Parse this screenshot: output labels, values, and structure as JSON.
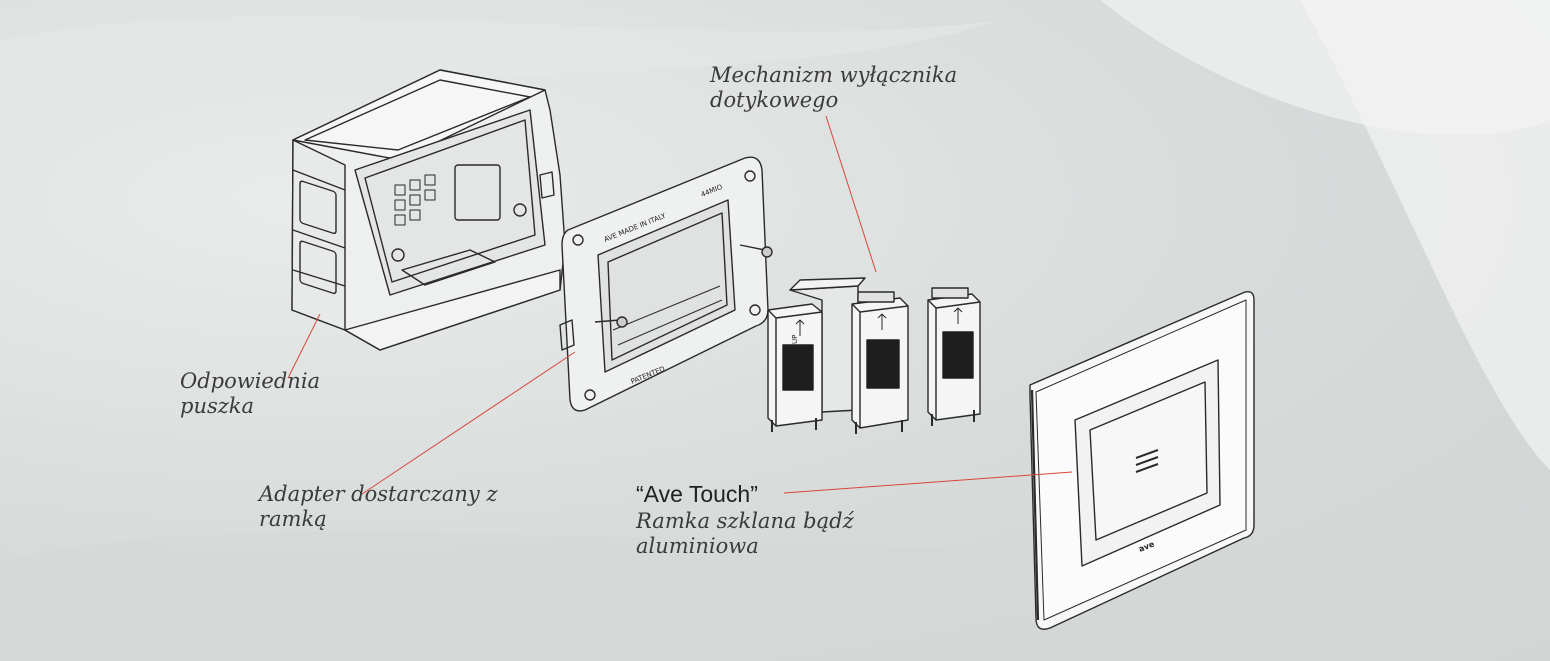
{
  "labels": {
    "box": {
      "line1": "Odpowiednia",
      "line2": "puszka"
    },
    "adapter": {
      "line1": "Adapter dostarczany z",
      "line2": "ramką"
    },
    "mechanism": {
      "line1": "Mechanizm wyłącznika",
      "line2": "dotykowego"
    },
    "frame": {
      "brand": "“Ave Touch”",
      "line1": "Ramka szklana bądź",
      "line2": "aluminiowa"
    }
  },
  "product_text": {
    "adapter_top": "AVE MADE IN ITALY",
    "adapter_code": "44MIO",
    "adapter_bottom": "PATENTED",
    "module_mark": "UP",
    "logo": "ave"
  },
  "colors": {
    "leader_line": "#d9473b",
    "drawing_stroke": "#2a2a2a",
    "panel_fill": "#f4f5f4"
  }
}
